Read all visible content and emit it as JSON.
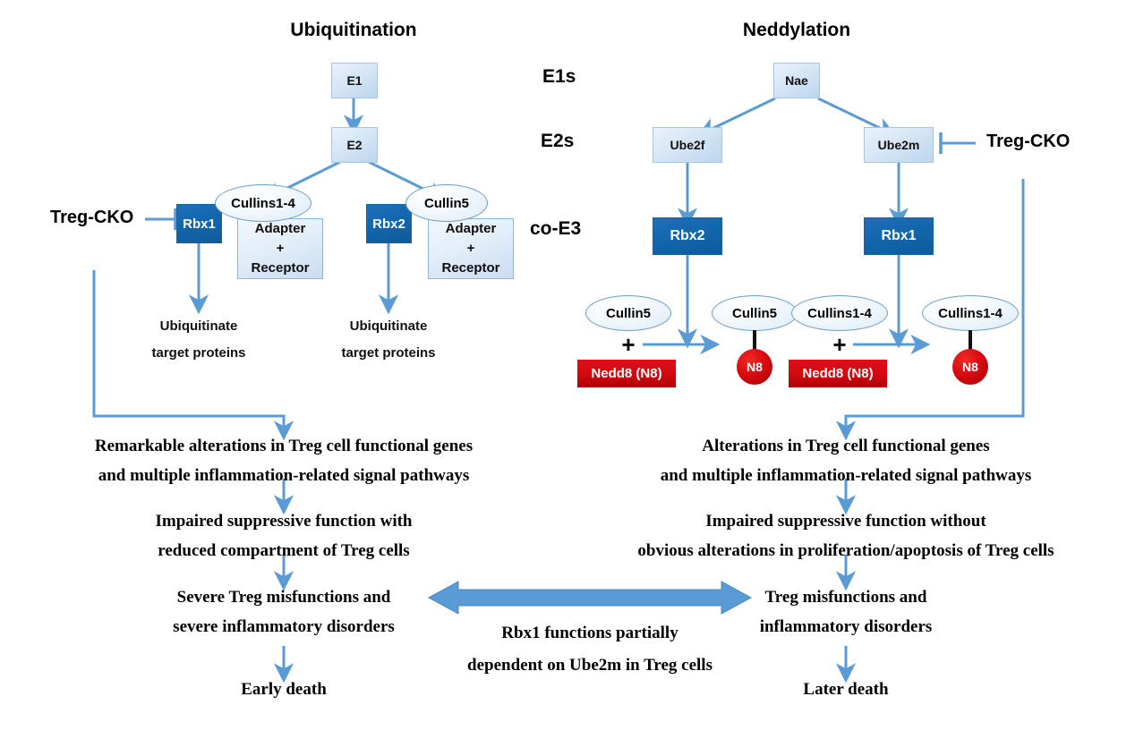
{
  "titles": {
    "left": "Ubiquitination",
    "right": "Neddylation"
  },
  "stage_labels": {
    "e1s": "E1s",
    "e2s": "E2s",
    "coe3": "co-E3"
  },
  "cko": {
    "left": "Treg-CKO",
    "right": "Treg-CKO"
  },
  "ubiquitination": {
    "e1": "E1",
    "e2": "E2",
    "branch_left": {
      "rbx": "Rbx1",
      "cullin": "Cullins1-4",
      "adapter_line1": "Adapter",
      "adapter_plus": "+",
      "adapter_line2": "Receptor",
      "caption_line1": "Ubiquitinate",
      "caption_line2": "target proteins"
    },
    "branch_right": {
      "rbx": "Rbx2",
      "cullin": "Cullin5",
      "adapter_line1": "Adapter",
      "adapter_plus": "+",
      "adapter_line2": "Receptor",
      "caption_line1": "Ubiquitinate",
      "caption_line2": "target proteins"
    }
  },
  "neddylation": {
    "nae": "Nae",
    "branch_left": {
      "e2": "Ube2f",
      "rbx": "Rbx2",
      "substrate_cullin": "Cullin5",
      "plus": "+",
      "nedd8": "Nedd8 (N8)",
      "product_cullin": "Cullin5",
      "product_n8": "N8"
    },
    "branch_right": {
      "e2": "Ube2m",
      "rbx": "Rbx1",
      "substrate_cullin": "Cullins1-4",
      "plus": "+",
      "nedd8": "Nedd8 (N8)",
      "product_cullin": "Cullins1-4",
      "product_n8": "N8"
    }
  },
  "outcomes_left": {
    "step1_line1": "Remarkable alterations in Treg cell functional genes",
    "step1_line2": "and multiple inflammation-related signal pathways",
    "step2_line1": "Impaired suppressive function with",
    "step2_line2": "reduced compartment of Treg cells",
    "step3_line1": "Severe Treg misfunctions and",
    "step3_line2": "severe inflammatory disorders",
    "step4": "Early death"
  },
  "outcomes_right": {
    "step1_line1": "Alterations in Treg cell functional genes",
    "step1_line2": "and multiple inflammation-related signal pathways",
    "step2_line1": "Impaired suppressive function without",
    "step2_line2": "obvious alterations in proliferation/apoptosis of Treg cells",
    "step3_line1": "Treg misfunctions and",
    "step3_line2": "inflammatory disorders",
    "step4": "Later death"
  },
  "center_link": {
    "line1": "Rbx1 functions partially",
    "line2": "dependent on Ube2m in Treg cells"
  },
  "colors": {
    "arrow_blue": "#5b9bd5",
    "rbx_blue": "#1268ad",
    "nedd8_red": "#cf0a10",
    "n8_red": "#c60910",
    "node_light_blue": "#dbe9f7",
    "text_black": "#000000"
  }
}
